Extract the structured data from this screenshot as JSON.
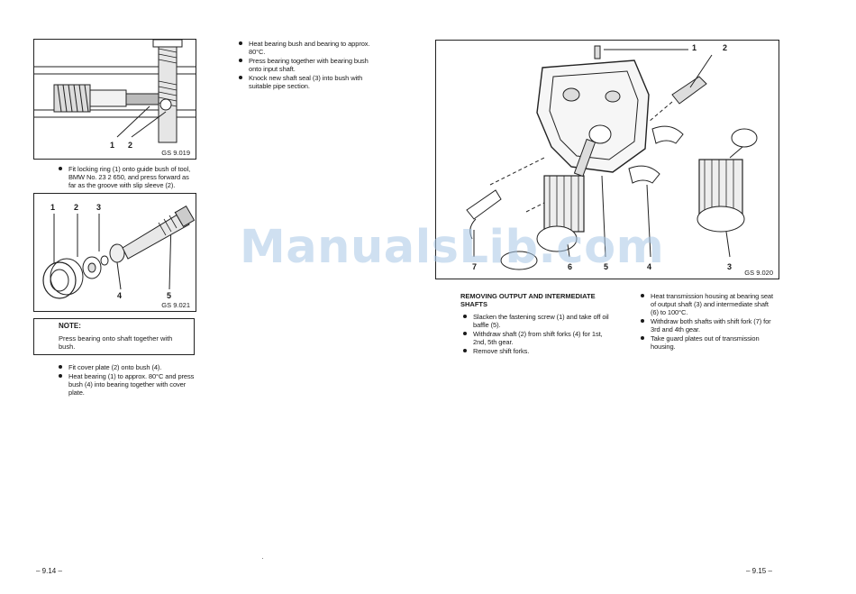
{
  "left_page": {
    "figure_1": {
      "callouts": [
        "1",
        "2"
      ],
      "ref": "GS 9.019"
    },
    "steps_1": [
      "Fit locking ring (1) onto guide bush of tool, BMW No. 23 2 650, and press forward as far as the groove with slip sleeve (2)."
    ],
    "figure_2": {
      "callouts": [
        "1",
        "2",
        "3",
        "4",
        "5"
      ],
      "ref": "GS 9.021"
    },
    "note": {
      "title": "NOTE:",
      "text": "Press bearing onto shaft together with bush."
    },
    "steps_2": [
      "Fit cover plate (2) onto bush (4).",
      "Heat bearing (1) to approx. 80°C and press bush (4) into bearing together with cover plate."
    ],
    "page_number": "– 9.14 –"
  },
  "middle_column": {
    "steps": [
      "Heat bearing bush and bearing to approx. 80°C.",
      "Press bearing together with bearing bush onto input shaft.",
      "Knock new shaft seal (3) into bush with suitable pipe section."
    ]
  },
  "right_page": {
    "figure": {
      "callouts": [
        "1",
        "2",
        "7",
        "6",
        "5",
        "4",
        "3"
      ],
      "ref": "GS 9.020"
    },
    "section_heading": "REMOVING OUTPUT AND INTERMEDIATE SHAFTS",
    "steps_left": [
      "Slacken the fastening screw (1) and take off oil baffle (5).",
      "Withdraw shaft (2) from shift forks (4) for 1st, 2nd, 5th gear.",
      "Remove shift forks."
    ],
    "steps_right": [
      "Heat transmission housing at bearing seat of output shaft (3) and intermediate shaft (6) to 100°C.",
      "Withdraw both shafts with shift fork (7) for 3rd and 4th gear.",
      "Take guard plates out of transmission housing."
    ],
    "page_number": "– 9.15 –"
  },
  "watermark": "ManualsLib.com"
}
